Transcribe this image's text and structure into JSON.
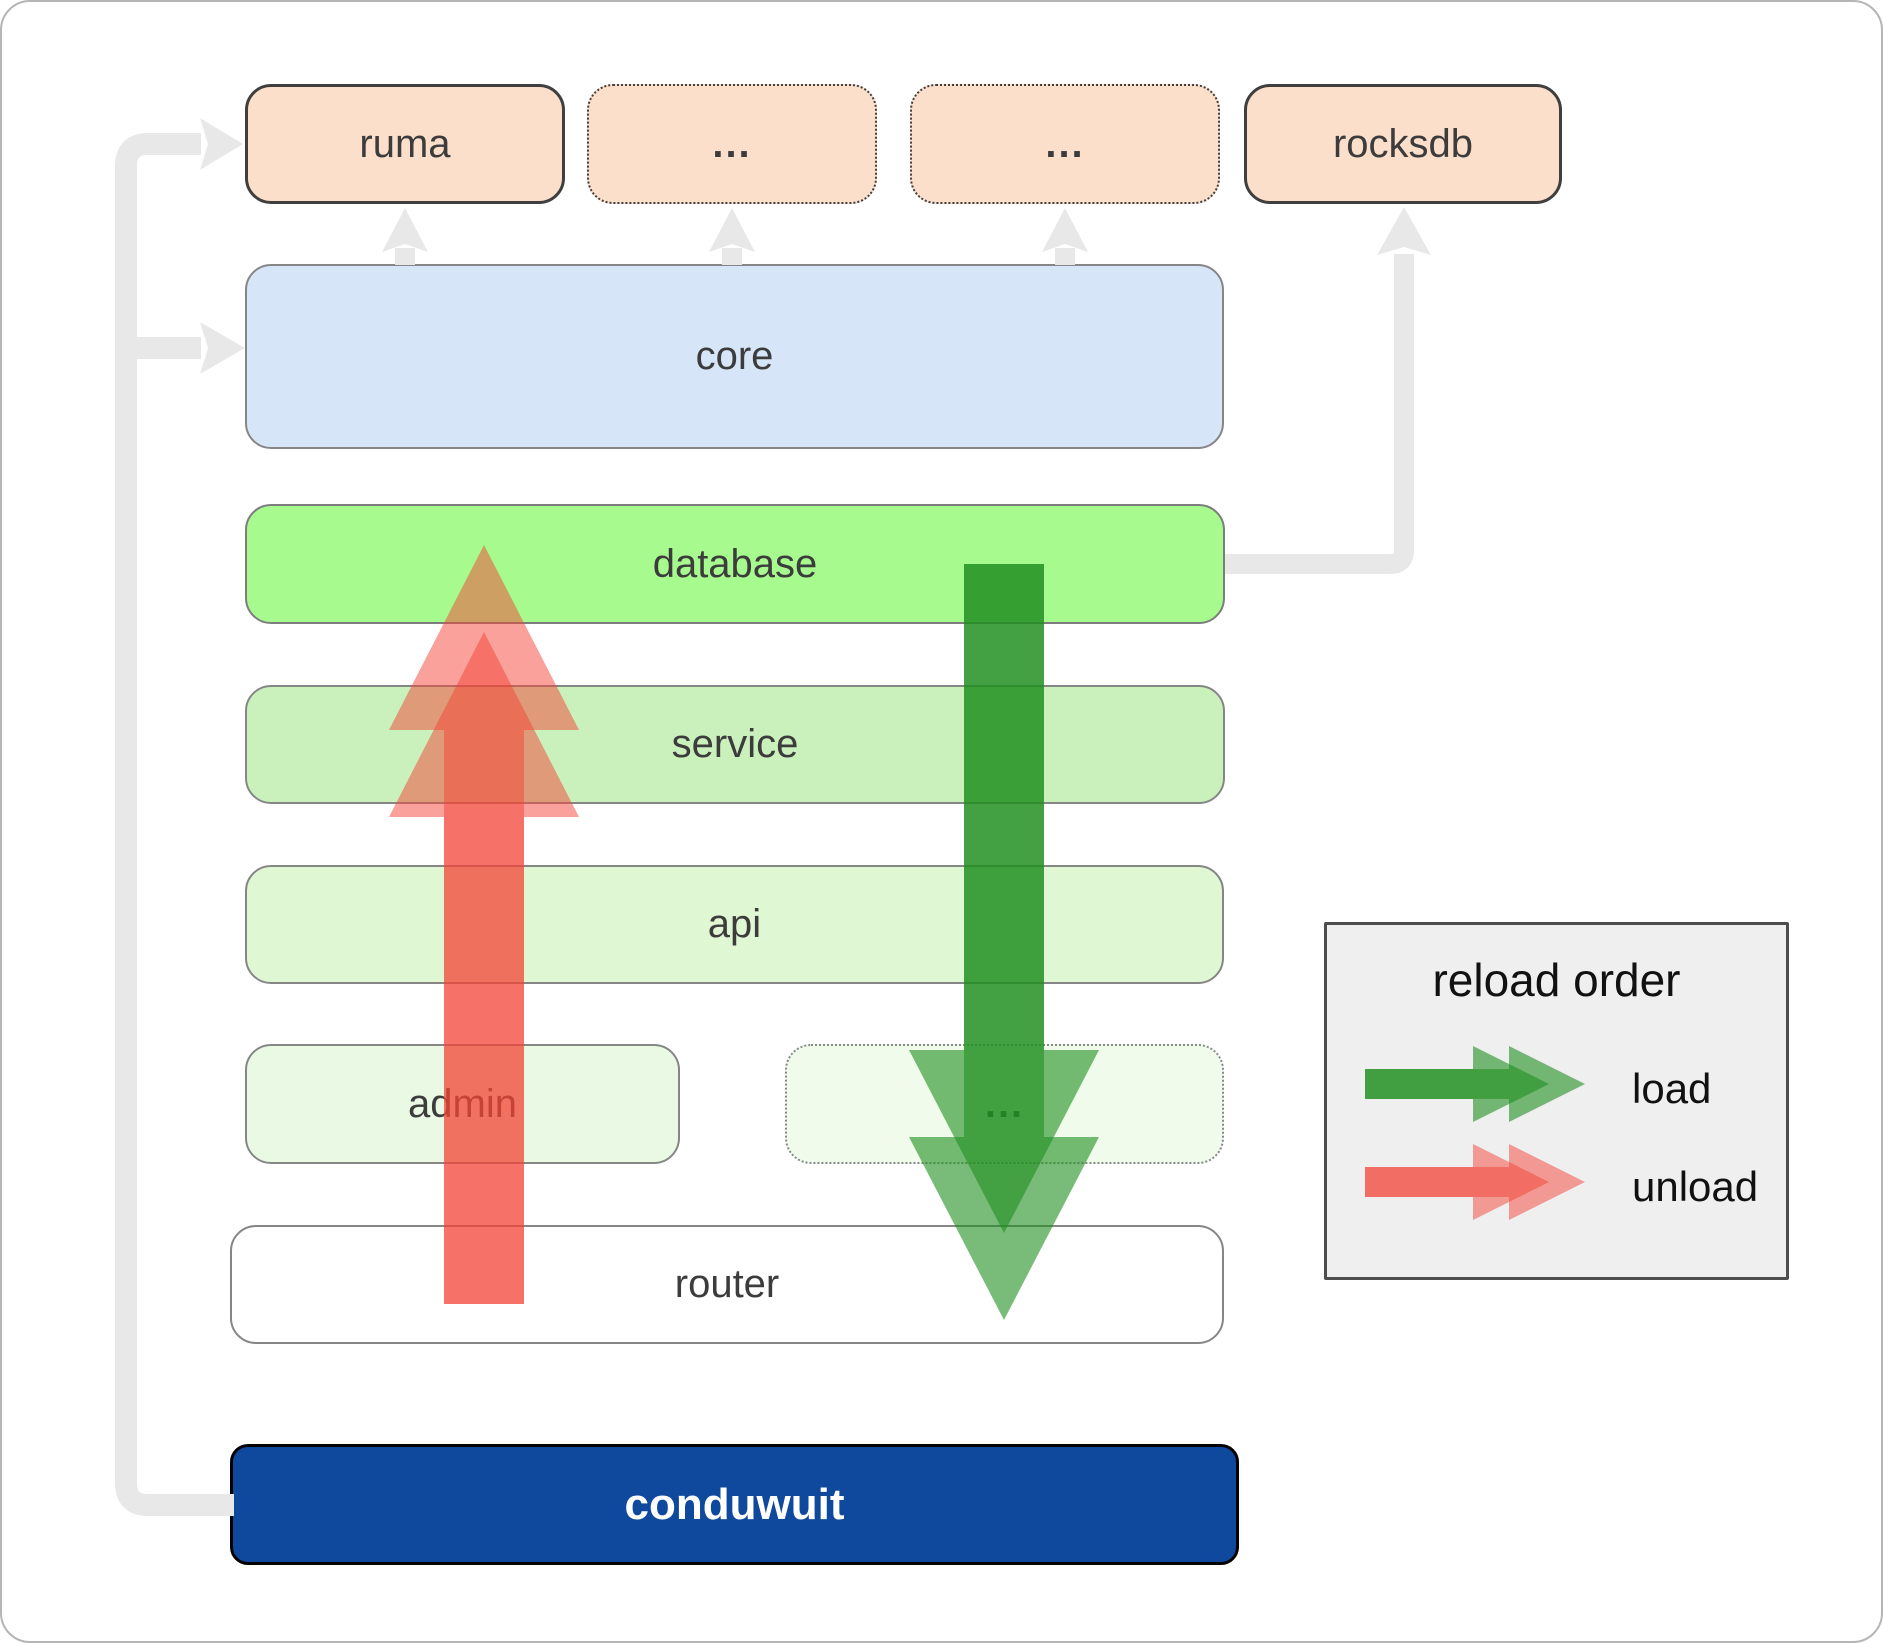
{
  "diagram": {
    "top_row": {
      "ruma": "ruma",
      "ext1": "...",
      "ext2": "...",
      "rocksdb": "rocksdb"
    },
    "layers": {
      "core": "core",
      "database": "database",
      "service": "service",
      "api": "api",
      "admin": "admin",
      "admin_ext": "...",
      "router": "router",
      "conduwuit": "conduwuit"
    },
    "colors": {
      "peach_box": "#fcdfca",
      "core_blue": "#d6e6f8",
      "database_green": "#a6fa8e",
      "service_green": "#caf0bc",
      "api_green": "#e0f7d3",
      "admin_green": "#e9f9e3",
      "admin_ext_green": "#f0fbec",
      "conduwuit_blue": "#0f499e",
      "connector_gray": "#e8e8e8",
      "load_green": "rgba(31,143,31,0.6)",
      "unload_red": "rgba(244,67,54,0.5)"
    }
  },
  "legend": {
    "title": "reload order",
    "load_label": "load",
    "unload_label": "unload"
  }
}
